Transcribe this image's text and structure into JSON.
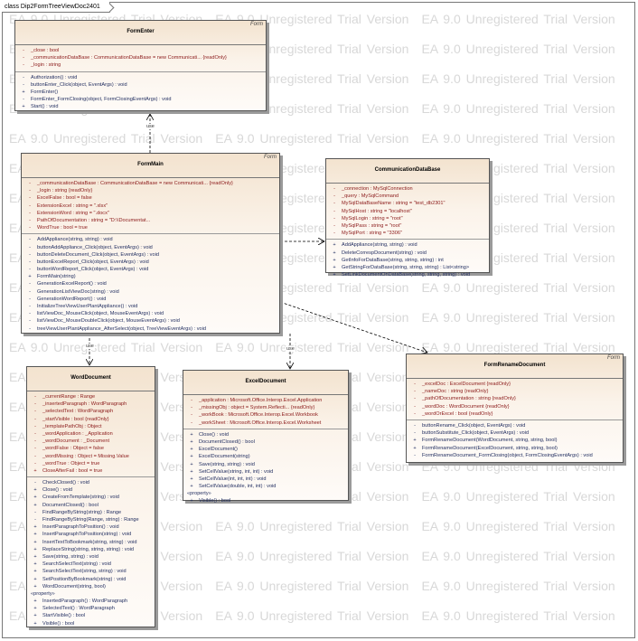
{
  "frame": {
    "title": "class Dip2FormTreeViewDoc2401"
  },
  "watermark": {
    "text": "EA 9.0 Unregistered Trial Version"
  },
  "relations": {
    "use_label": "use"
  },
  "classes": {
    "formEnter": {
      "name": "FormEnter",
      "stereotype": "Form",
      "attributes": [
        {
          "vis": "-",
          "text": "_close : bool"
        },
        {
          "vis": "-",
          "text": "_communicationDataBase : CommunicationDataBase = new Communicati... {readOnly}"
        },
        {
          "vis": "-",
          "text": "_login : string"
        }
      ],
      "operations": [
        {
          "vis": "-",
          "text": "Authorization() : void"
        },
        {
          "vis": "-",
          "text": "buttonEnter_Click(object, EventArgs) : void"
        },
        {
          "vis": "+",
          "text": "FormEnter()"
        },
        {
          "vis": "-",
          "text": "FormEnter_FormClosing(object, FormClosingEventArgs) : void"
        },
        {
          "vis": "+",
          "text": "Start() : void"
        }
      ]
    },
    "formMain": {
      "name": "FormMain",
      "stereotype": "Form",
      "attributes": [
        {
          "vis": "-",
          "text": "_communicationDataBase : CommunicationDataBase = new Communicati... {readOnly}"
        },
        {
          "vis": "-",
          "text": "_login : string {readOnly}"
        },
        {
          "vis": "-",
          "text": "ExcelFalse : bool = false"
        },
        {
          "vis": "-",
          "text": "ExtensionExcel : string = \".xlsx\""
        },
        {
          "vis": "-",
          "text": "ExtensionWord : string = \".docx\""
        },
        {
          "vis": "-",
          "text": "PathOfDocumentation : string = \"D:\\\\Documentat..."
        },
        {
          "vis": "-",
          "text": "WordTrue : bool = true"
        }
      ],
      "operations": [
        {
          "vis": "-",
          "text": "AddAppliance(string, string) : void"
        },
        {
          "vis": "-",
          "text": "buttonAddAppliance_Click(object, EventArgs) : void"
        },
        {
          "vis": "-",
          "text": "buttonDeleteDocument_Click(object, EventArgs) : void"
        },
        {
          "vis": "-",
          "text": "buttonExcelReport_Click(object, EventArgs) : void"
        },
        {
          "vis": "-",
          "text": "buttonWordReport_Click(object, EventArgs) : void"
        },
        {
          "vis": "+",
          "text": "FormMain(string)"
        },
        {
          "vis": "-",
          "text": "GenerationExcelReport() : void"
        },
        {
          "vis": "-",
          "text": "GenerationListViewDoc(string) : void"
        },
        {
          "vis": "-",
          "text": "GenerationWordReport() : void"
        },
        {
          "vis": "-",
          "text": "InitializeTreeViewUserPlantAppliance() : void"
        },
        {
          "vis": "-",
          "text": "listViewDoc_MouseClick(object, MouseEventArgs) : void"
        },
        {
          "vis": "-",
          "text": "listViewDoc_MouseDoubleClick(object, MouseEventArgs) : void"
        },
        {
          "vis": "-",
          "text": "treeViewUserPlantAppliance_AfterSelect(object, TreeViewEventArgs) : void"
        }
      ]
    },
    "communicationDataBase": {
      "name": "CommunicationDataBase",
      "stereotype": "",
      "attributes": [
        {
          "vis": "-",
          "text": "_connection : MySqlConnection"
        },
        {
          "vis": "-",
          "text": "_query : MySqlCommand"
        },
        {
          "vis": "-",
          "text": "MySqlDataBaseName : string = \"test_db2301\""
        },
        {
          "vis": "-",
          "text": "MySqlHost : string = \"localhost\""
        },
        {
          "vis": "-",
          "text": "MySqlLogin : string = \"root\""
        },
        {
          "vis": "-",
          "text": "MySqlPass : string = \"root\""
        },
        {
          "vis": "-",
          "text": "MySqlPort : string = \"3306\""
        }
      ],
      "operations": [
        {
          "vis": "+",
          "text": "AddAppliance(string, string) : void"
        },
        {
          "vis": "+",
          "text": "DeleteCorrespDocument(string) : void"
        },
        {
          "vis": "+",
          "text": "GetInfoForDataBase(string, string, string) : int"
        },
        {
          "vis": "+",
          "text": "GetStringForDataBase(string, string, string) : List<string>"
        },
        {
          "vis": "+",
          "text": "SetLinkDocumentOnDataBase(string, string, string) : void"
        }
      ]
    },
    "wordDocument": {
      "name": "WordDocument",
      "stereotype": "",
      "attributes": [
        {
          "vis": "-",
          "text": "_currentRange : Range"
        },
        {
          "vis": "-",
          "text": "_insertedParagraph : WordParagraph"
        },
        {
          "vis": "-",
          "text": "_selectedText : WordParagraph"
        },
        {
          "vis": "-",
          "text": "_startVisible : bool {readOnly}"
        },
        {
          "vis": "-",
          "text": "_templatePathObj : Object"
        },
        {
          "vis": "-",
          "text": "_wordApplication : _Application"
        },
        {
          "vis": "-",
          "text": "_wordDocument : _Document"
        },
        {
          "vis": "-",
          "text": "_wordFalse : Object = false"
        },
        {
          "vis": "-",
          "text": "_wordMissing : Object = Missing.Value"
        },
        {
          "vis": "-",
          "text": "_wordTrue : Object = true"
        },
        {
          "vis": "+",
          "text": "CloseAfterFail : bool = true"
        }
      ],
      "operations": [
        {
          "vis": "-",
          "text": "CheckClosed() : void"
        },
        {
          "vis": "+",
          "text": "Close() : void"
        },
        {
          "vis": "+",
          "text": "CreateFromTemplate(string) : void"
        },
        {
          "vis": "+",
          "text": "DocumentClosed() : bool"
        },
        {
          "vis": "-",
          "text": "FindRangeByString(string) : Range"
        },
        {
          "vis": "-",
          "text": "FindRangeByString(Range, string) : Range"
        },
        {
          "vis": "+",
          "text": "InsertParagraphToPosition() : void"
        },
        {
          "vis": "+",
          "text": "InsertParagraphToPosition(string) : void"
        },
        {
          "vis": "+",
          "text": "InsertTextToBookmark(string, string) : void"
        },
        {
          "vis": "+",
          "text": "ReplaceString(string, string, string) : void"
        },
        {
          "vis": "+",
          "text": "Save(string, string) : void"
        },
        {
          "vis": "+",
          "text": "SearchSelectText(string) : void"
        },
        {
          "vis": "+",
          "text": "SearchSelectText(string, string) : void"
        },
        {
          "vis": "+",
          "text": "SetPositionByBookmark(string) : void"
        },
        {
          "vis": "+",
          "text": "WordDocument(string, bool)"
        }
      ],
      "property_label": "«property»",
      "properties": [
        {
          "vis": "+",
          "text": "InsertedParagraph() : WordParagraph"
        },
        {
          "vis": "+",
          "text": "SelectedText() : WordParagraph"
        },
        {
          "vis": "+",
          "text": "StartVisible() : bool"
        },
        {
          "vis": "+",
          "text": "Visible() : bool"
        }
      ]
    },
    "excelDocument": {
      "name": "ExcelDocument",
      "stereotype": "",
      "attributes": [
        {
          "vis": "-",
          "text": "_application : Microsoft.Office.Interop.Excel.Application"
        },
        {
          "vis": "-",
          "text": "_missingObj : object = System.Reflecti... {readOnly}"
        },
        {
          "vis": "-",
          "text": "_workBook : Microsoft.Office.Interop.Excel.Workbook"
        },
        {
          "vis": "-",
          "text": "_workSheet : Microsoft.Office.Interop.Excel.Worksheet"
        }
      ],
      "operations": [
        {
          "vis": "+",
          "text": "Close() : void"
        },
        {
          "vis": "+",
          "text": "DocumentClosed() : bool"
        },
        {
          "vis": "+",
          "text": "ExcelDocument()"
        },
        {
          "vis": "+",
          "text": "ExcelDocument(string)"
        },
        {
          "vis": "+",
          "text": "Save(string, string) : void"
        },
        {
          "vis": "+",
          "text": "SetCellValue(string, int, int) : void"
        },
        {
          "vis": "+",
          "text": "SetCellValue(int, int, int) : void"
        },
        {
          "vis": "+",
          "text": "SetCellValue(double, int, int) : void"
        }
      ],
      "property_label": "«property»",
      "properties": [
        {
          "vis": "+",
          "text": "Visible() : bool"
        }
      ]
    },
    "formRenameDocument": {
      "name": "FormRenameDocument",
      "stereotype": "Form",
      "attributes": [
        {
          "vis": "-",
          "text": "_excelDoc : ExcelDocument {readOnly}"
        },
        {
          "vis": "-",
          "text": "_nameDoc : string {readOnly}"
        },
        {
          "vis": "-",
          "text": "_pathOfDocumentation : string {readOnly}"
        },
        {
          "vis": "-",
          "text": "_wordDoc : WordDocument {readOnly}"
        },
        {
          "vis": "-",
          "text": "_wordOrExcel : bool {readOnly}"
        }
      ],
      "operations": [
        {
          "vis": "-",
          "text": "buttonRename_Click(object, EventArgs) : void"
        },
        {
          "vis": "-",
          "text": "buttonSubstitute_Click(object, EventArgs) : void"
        },
        {
          "vis": "+",
          "text": "FormRenameDocument(WordDocument, string, string, bool)"
        },
        {
          "vis": "+",
          "text": "FormRenameDocument(ExcelDocument, string, string, bool)"
        },
        {
          "vis": "-",
          "text": "FormRenameDocument_FormClosing(object, FormClosingEventArgs) : void"
        }
      ]
    }
  }
}
